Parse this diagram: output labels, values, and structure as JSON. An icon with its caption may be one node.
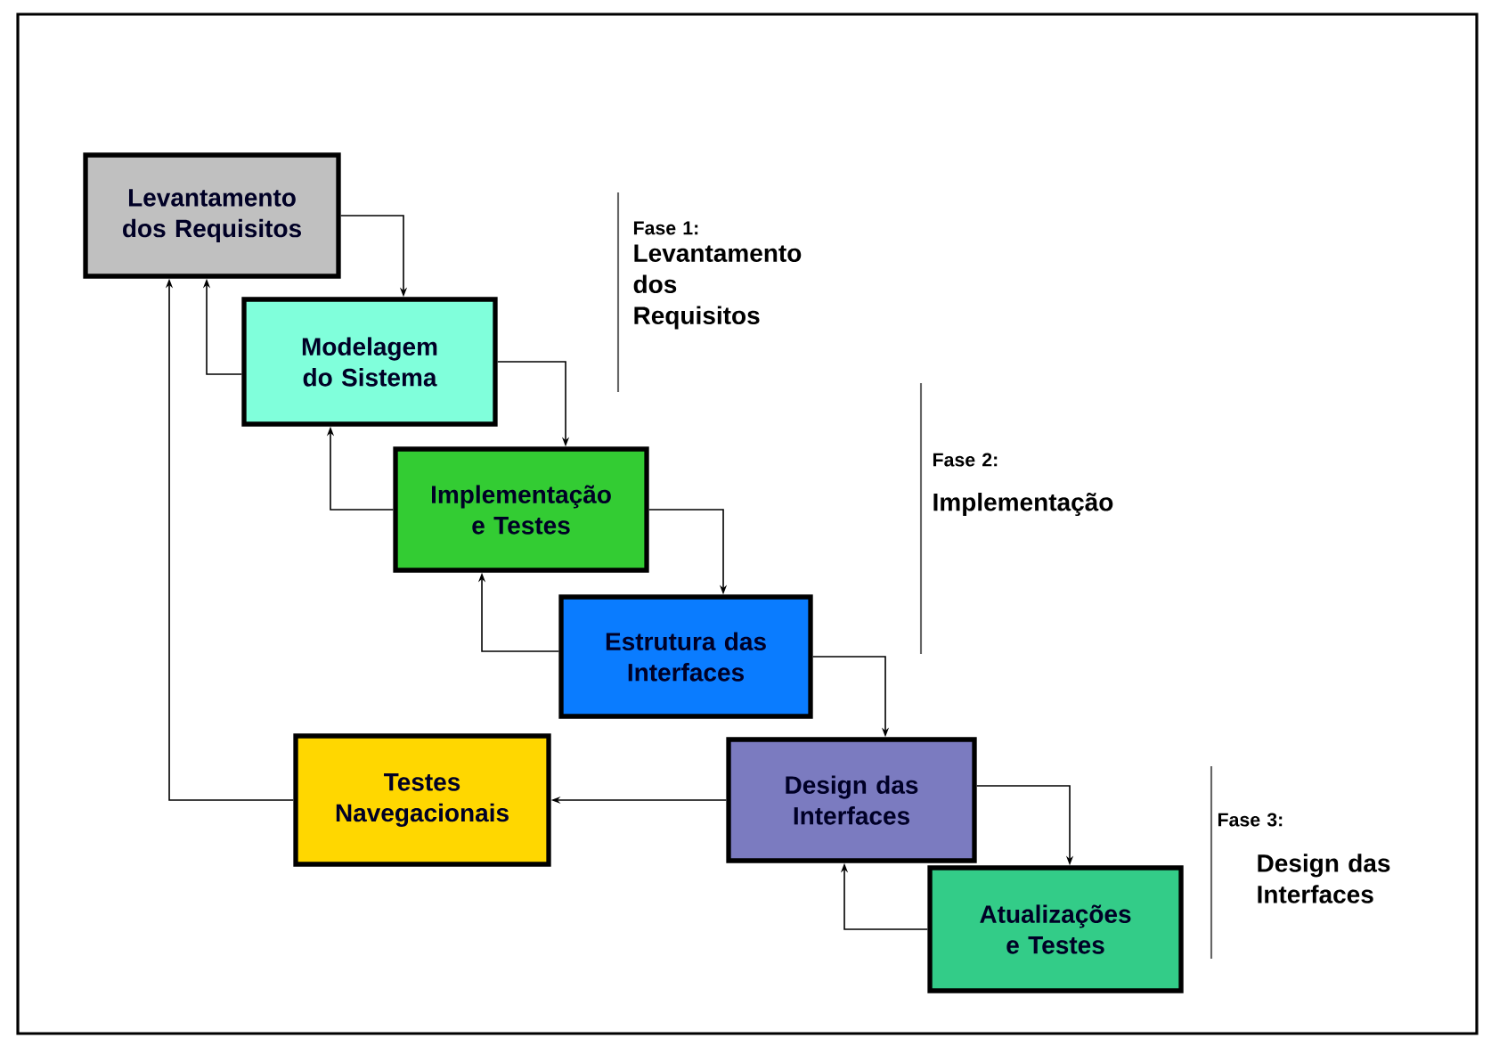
{
  "diagram": {
    "nodes": [
      {
        "text": [
          "Levantamento dos Requisitos"
        ]
      },
      {
        "text": [
          "Modelagem do Sistema"
        ]
      },
      {
        "text": [
          "Implementação e Testes"
        ]
      },
      {
        "text": [
          "Estrutura das Interfaces"
        ]
      },
      {
        "text": [
          "Testes Navegacionais"
        ]
      },
      {
        "text": [
          "Design das Interfaces"
        ]
      },
      {
        "text": [
          "Atualizações e Testes"
        ]
      }
    ],
    "edges": [
      {
        "from": 0,
        "to": 1,
        "arrow": "to"
      },
      {
        "from": 1,
        "to": 0,
        "arrow": "to"
      },
      {
        "from": 1,
        "to": 2,
        "arrow": "to"
      },
      {
        "from": 2,
        "to": 1,
        "arrow": "to"
      },
      {
        "from": 2,
        "to": 3,
        "arrow": "to"
      },
      {
        "from": 3,
        "to": 2,
        "arrow": "to"
      },
      {
        "from": 3,
        "to": 5,
        "arrow": "to"
      },
      {
        "from": 5,
        "to": 4,
        "arrow": "to"
      },
      {
        "from": 4,
        "to": 0,
        "arrow": "to"
      },
      {
        "from": 5,
        "to": 6,
        "arrow": "to"
      },
      {
        "from": 6,
        "to": 5,
        "arrow": "to"
      }
    ],
    "labels": [
      "Fase 1:",
      "Levantamento dos Requisitos",
      "Fase 2:",
      "Implementação",
      "Fase 3:",
      "Design das Interfaces"
    ]
  }
}
